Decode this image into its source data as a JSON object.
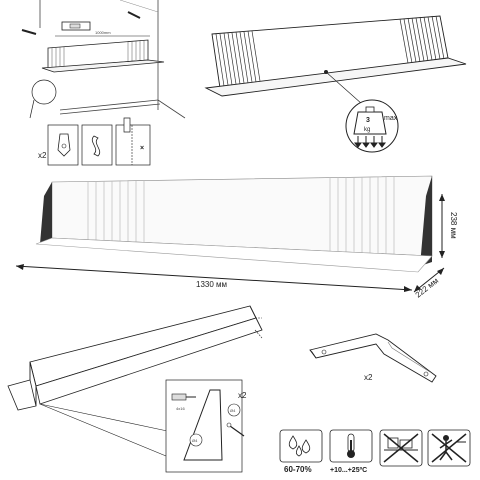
{
  "install_panel": {
    "level_label": "1000mm",
    "count_label": "x2"
  },
  "load_panel": {
    "weight_value": "3",
    "weight_unit": "kg",
    "max_label": "max"
  },
  "dimensions": {
    "width": "1330 мм",
    "height": "238 мм",
    "depth": "222 мм"
  },
  "bracket_panel": {
    "count_label": "x2"
  },
  "assembly_panel": {
    "count_label": "x2",
    "screw_label": "4x16",
    "size_a": "Ø4",
    "size_b": "Ø4"
  },
  "conditions": {
    "humidity": "60-70%",
    "temperature": "+10...+25ºC"
  },
  "icons": [
    "humidity-icon",
    "thermometer-icon",
    "no-heavy-load-icon",
    "no-climbing-icon"
  ]
}
